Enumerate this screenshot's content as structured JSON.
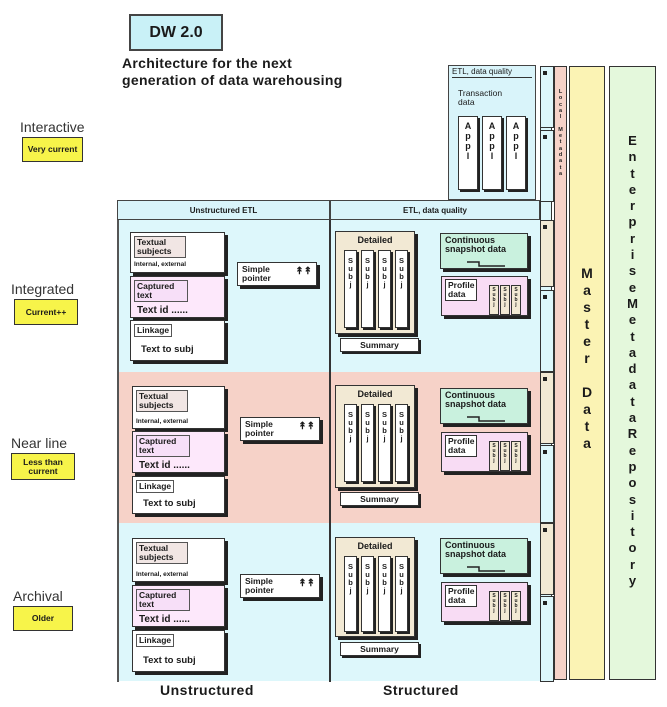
{
  "title": "DW 2.0",
  "subtitle_line1": "Architecture for the next",
  "subtitle_line2": "generation of data warehousing",
  "tiers": [
    {
      "label": "Interactive",
      "badge": "Very current"
    },
    {
      "label": "Integrated",
      "badge": "Current++"
    },
    {
      "label": "Near line",
      "badge": "Less than current"
    },
    {
      "label": "Archival",
      "badge": "Older"
    }
  ],
  "headers": {
    "unstructured_etl": "Unstructured ETL",
    "structured_etl": "ETL, data quality"
  },
  "interactive_box": {
    "etl": "ETL, data quality",
    "transaction": "Transaction data",
    "appl": "A\np\np\nl"
  },
  "unstructured": {
    "textual_subjects": "Textual subjects",
    "internal_external": "Internal, external",
    "captured_text": "Captured text",
    "text_id": "Text id ......",
    "linkage": "Linkage",
    "text_to_subj": "Text to subj",
    "simple_pointer": "Simple pointer",
    "arrows": "↟↟"
  },
  "structured": {
    "detailed": "Detailed",
    "subj": "S\nu\nb\nj",
    "summary": "Summary",
    "continuous_snapshot": "Continuous snapshot data",
    "profile": "Profile data",
    "mini": "S\nu\nb\nj"
  },
  "local_metadata": "L\no\nc\na\nl\n \nM\ne\nt\na\nd\na\nt\na",
  "master_data": "M\na\ns\nt\ne\nr\n \nD\na\nt\na",
  "enterprise_metadata": "E\nn\nt\ne\nr\np\nr\ni\ns\ne\nM\ne\nt\na\nd\na\nt\na\nR\ne\np\no\ns\ni\nt\no\nr\ny",
  "bottom": {
    "unstructured": "Unstructured",
    "structured": "Structured"
  }
}
